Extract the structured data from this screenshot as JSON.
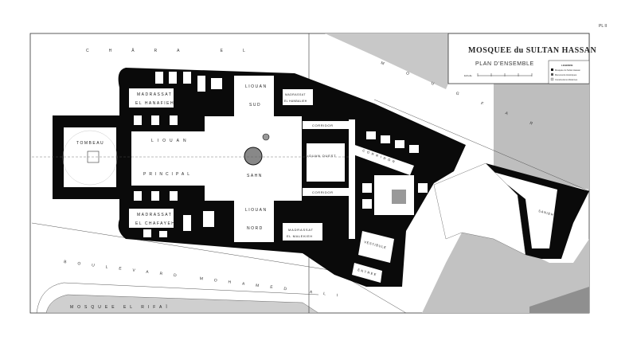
{
  "plate": {
    "number": "PL II"
  },
  "title": {
    "main": "MOSQUEE du SULTAN HASSAN",
    "subtitle": "PLAN D'ENSEMBLE",
    "scale_label": "Echelle",
    "legend_title": "LEGENDE",
    "legend_items": [
      {
        "label": "Mosquée du Sultan Hassan",
        "swatch": "#111111"
      },
      {
        "label": "Monuments Historiques",
        "swatch": "#555555"
      },
      {
        "label": "Constructions Modernes",
        "swatch": "#cccccc"
      }
    ]
  },
  "streets": {
    "top_left": "CHÂRA EL",
    "top_right": "MOUGFAR",
    "bottom": "BOULEVARD MOHAMED ALI",
    "neighbor": "MOSQUEE EL RIFAÏ"
  },
  "rooms": {
    "tomb": "TOMBEAU",
    "liwan_principal_1": "LIOUAN",
    "liwan_principal_2": "PRINCIPAL",
    "sahn": "SAHN",
    "liwan_sud_1": "LIOUAN",
    "liwan_sud_2": "SUD",
    "liwan_nord_1": "LIOUAN",
    "liwan_nord_2": "NORD",
    "liwan_ouest": "LIOUAN OUEST",
    "madrasa_hanafite_1": "MADRASSAT",
    "madrasa_hanafite_2": "EL HANAFIEH",
    "madrasa_chafeite_1": "MADRASSAT",
    "madrasa_chafeite_2": "EL CHAFAYEH",
    "madrasa_hanbalite_1": "MADRASSAT",
    "madrasa_hanbalite_2": "EL HANBALIEH",
    "madrasa_malekite_1": "MADRASSAT",
    "madrasa_malekite_2": "EL MALEKIEH",
    "corridor_1": "CORRIDOR",
    "corridor_2": "CORRIDOR",
    "corridor_3": "CORRIDOR",
    "vestibule": "VESTIBULE",
    "entree": "ENTREE",
    "annex": "SANIEH"
  },
  "colors": {
    "wall": "#0a0a0a",
    "gray_area": "#bdbdbd",
    "dark_gray": "#8a8a8a",
    "paper": "#ffffff"
  }
}
